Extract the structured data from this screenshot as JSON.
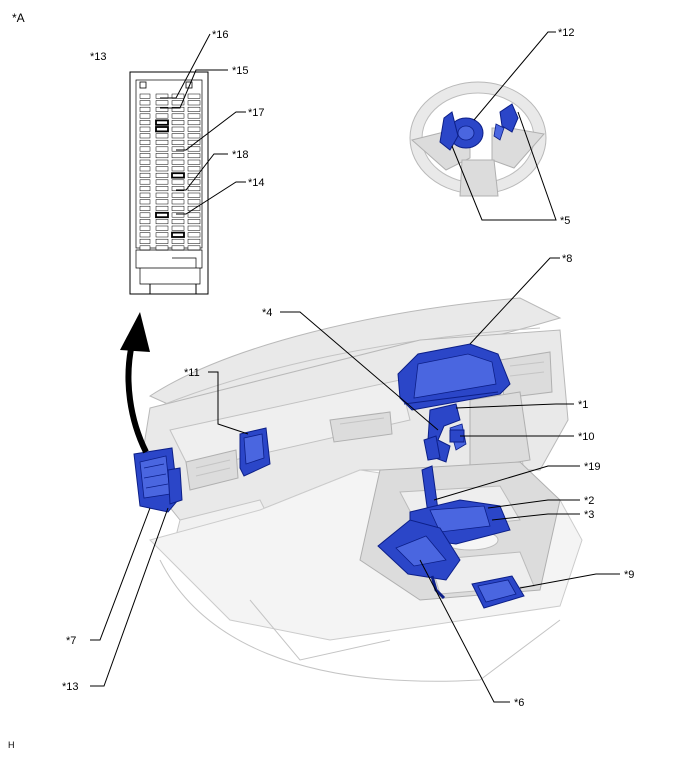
{
  "view_label": "*A",
  "footer_code": "H",
  "callouts": {
    "c1": "*1",
    "c2": "*2",
    "c3": "*3",
    "c4": "*4",
    "c5": "*5",
    "c6": "*6",
    "c7": "*7",
    "c8": "*8",
    "c9": "*9",
    "c10": "*10",
    "c11": "*11",
    "c12": "*12",
    "c13_top": "*13",
    "c13_bottom": "*13",
    "c14": "*14",
    "c15": "*15",
    "c16": "*16",
    "c17": "*17",
    "c18": "*18",
    "c19": "*19"
  },
  "colors": {
    "component": "#2b46c8",
    "vehicle_body": "#e9e9e9",
    "leader": "#000000"
  }
}
